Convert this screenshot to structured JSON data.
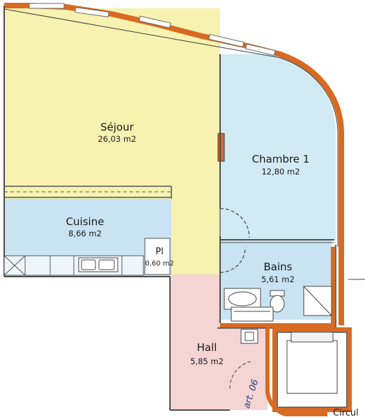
{
  "colors": {
    "sejour": "#f7f2b0",
    "cuisine": "#c9e3f2",
    "chambre": "#d2eaf4",
    "bains": "#c9e3f2",
    "hall": "#f5d5d3",
    "wall": "#505050",
    "facade": "#d86a22"
  },
  "rooms": {
    "sejour": {
      "name": "Séjour",
      "area": "26,03 m2"
    },
    "chambre1": {
      "name": "Chambre 1",
      "area": "12,80 m2"
    },
    "cuisine": {
      "name": "Cuisine",
      "area": "8,66 m2"
    },
    "placard": {
      "name": "Pl",
      "area": "0,60 m2"
    },
    "bains": {
      "name": "Bains",
      "area": "5,61 m2"
    },
    "hall": {
      "name": "Hall",
      "area": "5,85 m2"
    }
  },
  "apartment_tag": "art. 06",
  "edge_label": "Circul"
}
